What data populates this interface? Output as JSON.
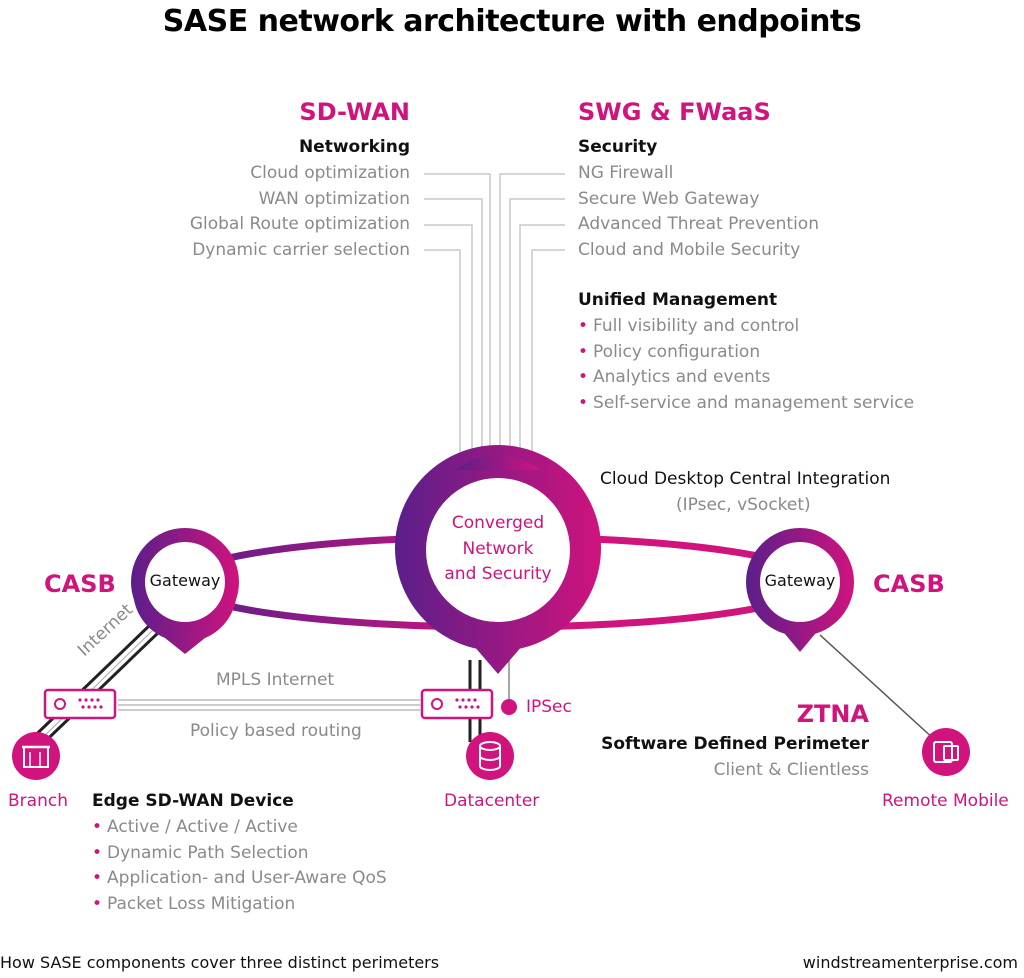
{
  "title": "SASE network architecture with endpoints",
  "sdwan": {
    "heading": "SD-WAN",
    "subheading": "Networking",
    "items": [
      "Cloud optimization",
      "WAN optimization",
      "Global Route optimization",
      "Dynamic carrier selection"
    ]
  },
  "swg": {
    "heading": "SWG & FWaaS",
    "subheading": "Security",
    "items": [
      "NG Firewall",
      "Secure Web Gateway",
      "Advanced Threat Prevention",
      "Cloud and Mobile Security"
    ]
  },
  "unified": {
    "heading": "Unified Management",
    "items": [
      "Full visibility and control",
      "Policy configuration",
      "Analytics and events",
      "Self-service and management service"
    ]
  },
  "center": {
    "line1": "Converged",
    "line2": "Network",
    "line3": "and Security"
  },
  "gateway_left": {
    "label": "Gateway",
    "tag": "CASB"
  },
  "gateway_right": {
    "label": "Gateway",
    "tag": "CASB"
  },
  "cloud_desktop": {
    "line1": "Cloud Desktop Central Integration",
    "line2": "(IPsec, vSocket)"
  },
  "links": {
    "internet": "Internet",
    "mpls": "MPLS Internet",
    "policy": "Policy based routing",
    "ipsec": "IPSec"
  },
  "ztna": {
    "heading": "ZTNA",
    "subheading": "Software Defined Perimeter",
    "detail": "Client & Clientless"
  },
  "endpoints": {
    "branch": "Branch",
    "datacenter": "Datacenter",
    "remote": "Remote Mobile"
  },
  "edge": {
    "heading": "Edge SD-WAN Device",
    "items": [
      "Active / Active / Active",
      "Dynamic Path Selection",
      "Application- and User-Aware QoS",
      "Packet Loss Mitigation"
    ]
  },
  "footer": {
    "caption": "How SASE components cover three distinct perimeters",
    "source": "windstreamenterprise.com"
  },
  "colors": {
    "magenta": "#d0137d",
    "purple": "#5a1f8a",
    "gray": "#8a8a8a"
  },
  "icons": {
    "branch": "storefront-icon",
    "datacenter": "database-icon",
    "remote": "devices-icon",
    "router": "router-icon"
  }
}
